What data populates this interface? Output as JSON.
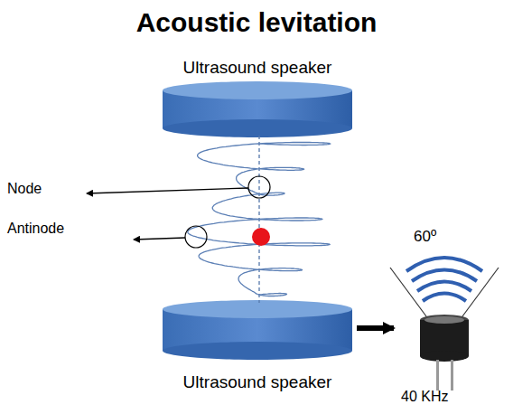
{
  "diagram": {
    "title": "Acoustic levitation",
    "nodes": [
      {
        "text": [
          "Ultrasound speaker"
        ]
      },
      {
        "text": [
          "Ultrasound speaker"
        ]
      },
      {
        "text": [
          "60º",
          "40 KHz"
        ]
      }
    ],
    "edges": [
      {
        "from": 1,
        "to": 2,
        "arrow": "to"
      }
    ],
    "labels": [
      "Node",
      "Antinode"
    ]
  }
}
